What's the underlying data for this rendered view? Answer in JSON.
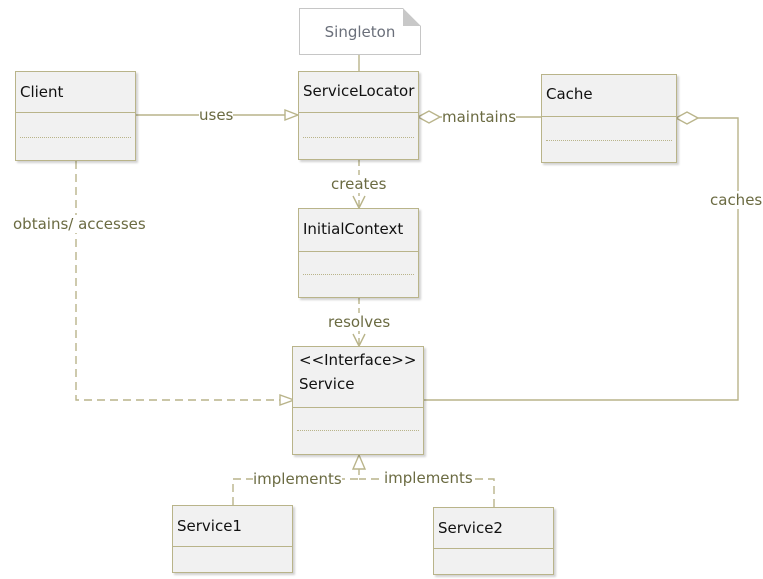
{
  "diagram": {
    "note": {
      "text": "Singleton"
    },
    "classes": {
      "client": {
        "name": "Client"
      },
      "service_locator": {
        "name": "ServiceLocator"
      },
      "cache": {
        "name": "Cache"
      },
      "initial_context": {
        "name": "InitialContext"
      },
      "service": {
        "stereotype": "<<Interface>>",
        "name": "Service"
      },
      "service1": {
        "name": "Service1"
      },
      "service2": {
        "name": "Service2"
      }
    },
    "relations": {
      "uses": "uses",
      "maintains": "maintains",
      "caches": "caches",
      "creates": "creates",
      "obtains": "obtains/ accesses",
      "resolves": "resolves",
      "implements1": "implements",
      "implements2": "implements"
    },
    "colors": {
      "line": "#b9b48a",
      "label": "#6b6b42",
      "box_fill": "#f1f1f1"
    }
  }
}
